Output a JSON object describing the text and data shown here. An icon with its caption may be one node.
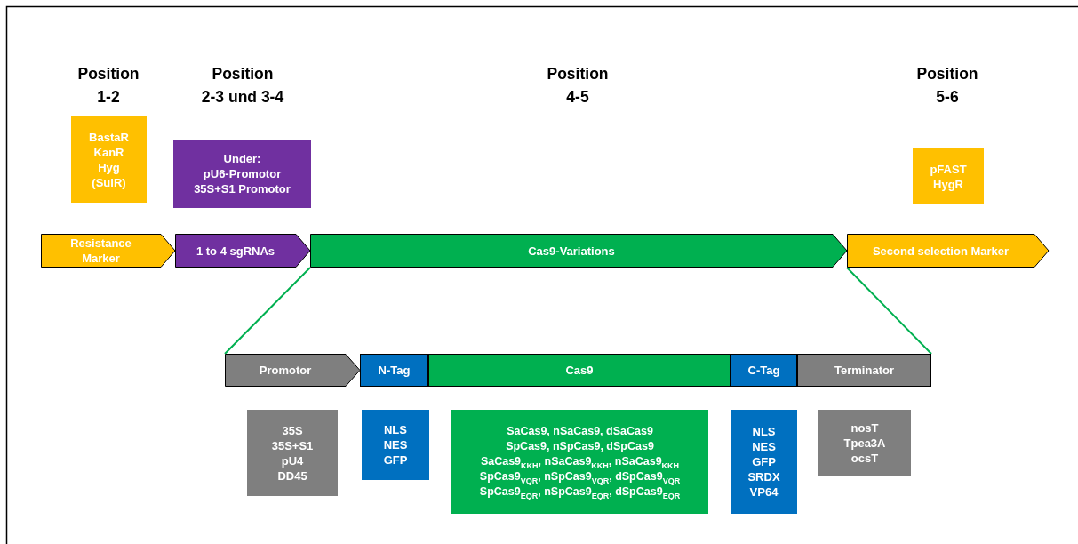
{
  "diagram": {
    "nodes": [
      {
        "text": [
          "Resistance Marker"
        ]
      },
      {
        "text": [
          "BastaR KanR Hyg (SulR)"
        ]
      },
      {
        "text": [
          "1 to 4 sgRNAs"
        ]
      },
      {
        "text": [
          "Under: pU6-Promotor 35S+S1 Promotor"
        ]
      },
      {
        "text": [
          "Cas9-Variations"
        ]
      },
      {
        "text": [
          "Second selection Marker"
        ]
      },
      {
        "text": [
          "pFAST HygR"
        ]
      },
      {
        "text": [
          "Promotor"
        ]
      },
      {
        "text": [
          "N-Tag"
        ]
      },
      {
        "text": [
          "Cas9"
        ]
      },
      {
        "text": [
          "C-Tag"
        ]
      },
      {
        "text": [
          "Terminator"
        ]
      },
      {
        "text": [
          "35S 35S+S1 pU4 DD45"
        ]
      },
      {
        "text": [
          "NLS NES GFP"
        ]
      },
      {
        "text": [
          "SaCas9, nSaCas9, dSaCas9 SpCas9, nSpCas9, dSpCas9 SaCas9$_{KKH}$, nSaCas9$_{KKH}$, nSaCas9$_{KKH}$ SpCas9$_{VQR}$, nSpCas9$_{VQR}$, dSpCas9$_{VQR}$ SpCas9$_{EQR}$, nSpCas9$_{EQR}$, dSpCas9$_{EQR}$"
        ]
      },
      {
        "text": [
          "NLS NES GFP SRDX VP64"
        ]
      },
      {
        "text": [
          "nosT Tpea3A ocsT"
        ]
      }
    ],
    "edges": [
      {
        "from": 4,
        "to": 7,
        "arrow": "none",
        "color": "#00b050"
      },
      {
        "from": 4,
        "to": 11,
        "arrow": "none",
        "color": "#00b050"
      }
    ],
    "labels": [
      "Position 1-2",
      "Position 2-3 und 3-4",
      "Position 4-5",
      "Position 5-6"
    ]
  }
}
